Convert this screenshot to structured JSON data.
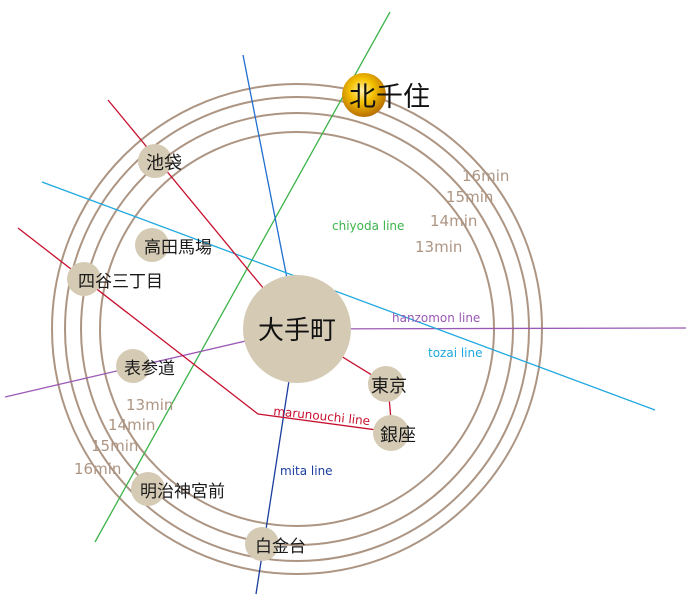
{
  "hub": {
    "name": "大手町"
  },
  "highlight": {
    "name_first": "北",
    "name_rest": "千住"
  },
  "stations": {
    "ikebukuro": "池袋",
    "takadanobaba": "高田馬場",
    "yotsuya_sanchome": "四谷三丁目",
    "omotesando": "表参道",
    "meiji_jingumae": "明治神宮前",
    "shirokanedai": "白金台",
    "tokyo": "東京",
    "ginza": "銀座"
  },
  "lines": {
    "chiyoda": {
      "label": "chiyoda line",
      "color": "#3cb34a"
    },
    "hanzomon": {
      "label": "hanzomon line",
      "color": "#9b59b6"
    },
    "tozai": {
      "label": "tozai line",
      "color": "#1fa8e0"
    },
    "marunouchi": {
      "label": "marunouchi line",
      "color": "#c8102e"
    },
    "mita": {
      "label": "mita line",
      "color": "#1a3d9e"
    },
    "mita_axis_color": "#1f6fd1"
  },
  "rings": {
    "upper_right": [
      "16min",
      "15min",
      "14min",
      "13min"
    ],
    "lower_left": [
      "13min",
      "14min",
      "15min",
      "16min"
    ],
    "color": "#ad9583"
  },
  "colors": {
    "station_fill": "#d5cbb5",
    "hub_fill": "#d5cbb5",
    "highlight_gold": "#e8a100"
  }
}
